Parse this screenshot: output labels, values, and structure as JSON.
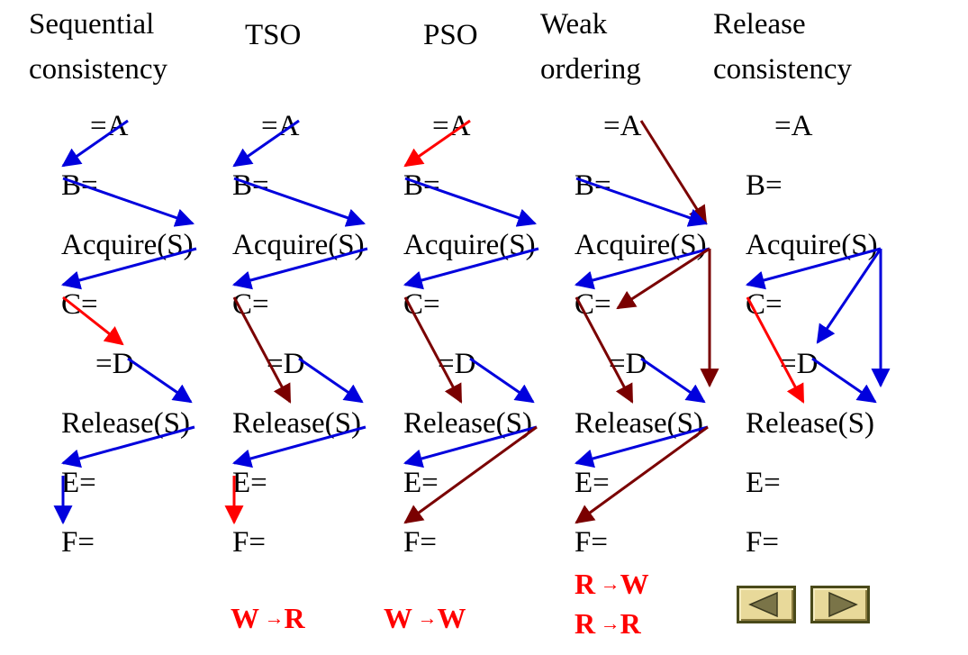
{
  "columns": [
    {
      "title_lines": [
        "Sequential",
        "consistency"
      ],
      "bold_line": -1
    },
    {
      "title_lines": [
        "TSO"
      ],
      "bold_line": -1
    },
    {
      "title_lines": [
        "PSO"
      ],
      "bold_line": -1
    },
    {
      "title_lines": [
        "Weak",
        "ordering"
      ],
      "bold_line": -1
    },
    {
      "title_lines": [
        "Release",
        "consistency"
      ],
      "bold_line": 0
    }
  ],
  "operations": [
    "=A",
    "B=",
    "Acquire(S)",
    "C=",
    "=D",
    "Release(S)",
    "E=",
    "F="
  ],
  "colors": {
    "blue": "#0000dd",
    "red": "#ff0000",
    "darkred": "#7a0000",
    "rule": "#ff0000",
    "button_fill": "#e8d99a",
    "button_glyph": "#7a7448"
  },
  "arrows": [
    [
      {
        "from": "=A",
        "to": "B=",
        "color": "blue"
      },
      {
        "from": "B=",
        "to": "Acquire(S)",
        "color": "blue"
      },
      {
        "from": "Acquire(S)",
        "to": "C=",
        "color": "blue"
      },
      {
        "from": "C=",
        "to": "=D",
        "color": "red"
      },
      {
        "from": "=D",
        "to": "Release(S)",
        "color": "blue"
      },
      {
        "from": "Release(S)",
        "to": "E=",
        "color": "blue"
      },
      {
        "from": "E=",
        "to": "F=",
        "color": "blue"
      }
    ],
    [
      {
        "from": "=A",
        "to": "B=",
        "color": "blue"
      },
      {
        "from": "B=",
        "to": "Acquire(S)",
        "color": "blue"
      },
      {
        "from": "Acquire(S)",
        "to": "C=",
        "color": "blue"
      },
      {
        "from": "C=",
        "to": "Release(S)",
        "color": "darkred"
      },
      {
        "from": "=D",
        "to": "Release(S)",
        "color": "blue"
      },
      {
        "from": "Release(S)",
        "to": "E=",
        "color": "blue"
      },
      {
        "from": "E=",
        "to": "F=",
        "color": "red"
      }
    ],
    [
      {
        "from": "=A",
        "to": "B=",
        "color": "red"
      },
      {
        "from": "B=",
        "to": "Acquire(S)",
        "color": "blue"
      },
      {
        "from": "Acquire(S)",
        "to": "C=",
        "color": "blue"
      },
      {
        "from": "C=",
        "to": "Release(S)",
        "color": "darkred"
      },
      {
        "from": "=D",
        "to": "Release(S)",
        "color": "blue"
      },
      {
        "from": "Release(S)",
        "to": "E=",
        "color": "blue"
      },
      {
        "from": "Release(S)",
        "to": "F=",
        "color": "darkred"
      }
    ],
    [
      {
        "from": "=A",
        "to": "Acquire(S)",
        "color": "darkred"
      },
      {
        "from": "B=",
        "to": "Acquire(S)",
        "color": "blue"
      },
      {
        "from": "Acquire(S)",
        "to": "C=",
        "color": "blue"
      },
      {
        "from": "Acquire(S)",
        "to": "=D",
        "color": "darkred"
      },
      {
        "from": "Acquire(S)",
        "to": "Release(S)",
        "color": "darkred"
      },
      {
        "from": "C=",
        "to": "Release(S)",
        "color": "darkred"
      },
      {
        "from": "=D",
        "to": "Release(S)",
        "color": "blue"
      },
      {
        "from": "Release(S)",
        "to": "E=",
        "color": "blue"
      },
      {
        "from": "Release(S)",
        "to": "F=",
        "color": "darkred"
      }
    ],
    [
      {
        "from": "Acquire(S)",
        "to": "C=",
        "color": "blue"
      },
      {
        "from": "Acquire(S)",
        "to": "=D",
        "color": "blue"
      },
      {
        "from": "Acquire(S)",
        "to": "Release(S)",
        "color": "blue"
      },
      {
        "from": "C=",
        "to": "Release(S)",
        "color": "red"
      },
      {
        "from": "=D",
        "to": "Release(S)",
        "color": "blue"
      }
    ]
  ],
  "rules": [
    {
      "column": 1,
      "lines": [
        {
          "left": "W",
          "right": "R"
        }
      ]
    },
    {
      "column": 2,
      "lines": [
        {
          "left": "W",
          "right": "W"
        }
      ]
    },
    {
      "column": 3,
      "lines": [
        {
          "left": "R",
          "right": "W"
        },
        {
          "left": "R",
          "right": "R"
        }
      ]
    }
  ],
  "rule_arrow_glyph": "→",
  "navigation": {
    "prev_label": "previous-slide",
    "next_label": "next-slide"
  }
}
